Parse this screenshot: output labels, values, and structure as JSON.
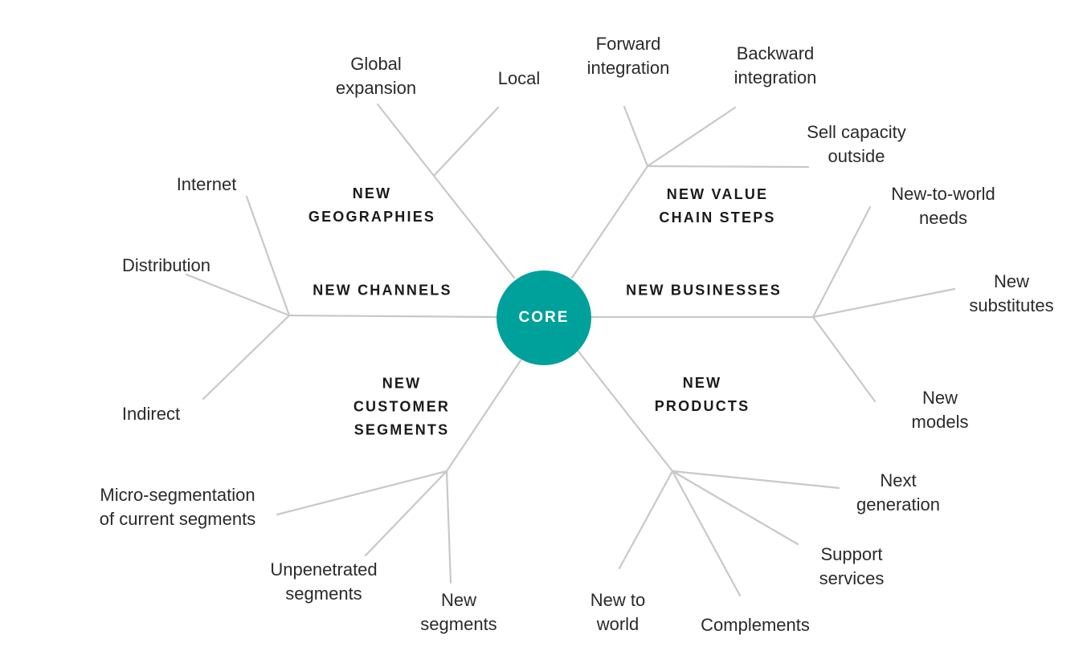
{
  "colors": {
    "core": "#00a19a",
    "lines": "#c8c8c8",
    "text": "#2a2a2a"
  },
  "core": {
    "label": "CORE"
  },
  "categories": {
    "new_geographies": {
      "line1": "NEW",
      "line2": "GEOGRAPHIES"
    },
    "new_value_chain_steps": {
      "line1": "NEW VALUE",
      "line2": "CHAIN STEPS"
    },
    "new_channels": {
      "line1": "NEW CHANNELS"
    },
    "new_businesses": {
      "line1": "NEW BUSINESSES"
    },
    "new_customer_segments": {
      "line1": "NEW",
      "line2": "CUSTOMER",
      "line3": "SEGMENTS"
    },
    "new_products": {
      "line1": "NEW",
      "line2": "PRODUCTS"
    }
  },
  "leaves": {
    "global_expansion": {
      "line1": "Global",
      "line2": "expansion"
    },
    "local": {
      "line1": "Local"
    },
    "forward_integration": {
      "line1": "Forward",
      "line2": "integration"
    },
    "backward_integration": {
      "line1": "Backward",
      "line2": "integration"
    },
    "sell_capacity_outside": {
      "line1": "Sell capacity",
      "line2": "outside"
    },
    "internet": {
      "line1": "Internet"
    },
    "distribution": {
      "line1": "Distribution"
    },
    "indirect": {
      "line1": "Indirect"
    },
    "new_to_world_needs": {
      "line1": "New-to-world",
      "line2": "needs"
    },
    "new_substitutes": {
      "line1": "New",
      "line2": "substitutes"
    },
    "new_models": {
      "line1": "New",
      "line2": "models"
    },
    "micro_segmentation": {
      "line1": "Micro-segmentation",
      "line2": "of current segments"
    },
    "unpenetrated_segments": {
      "line1": "Unpenetrated",
      "line2": "segments"
    },
    "new_segments": {
      "line1": "New",
      "line2": "segments"
    },
    "next_generation": {
      "line1": "Next",
      "line2": "generation"
    },
    "support_services": {
      "line1": "Support",
      "line2": "services"
    },
    "new_to_world": {
      "line1": "New to",
      "line2": "world"
    },
    "complements": {
      "line1": "Complements"
    }
  }
}
